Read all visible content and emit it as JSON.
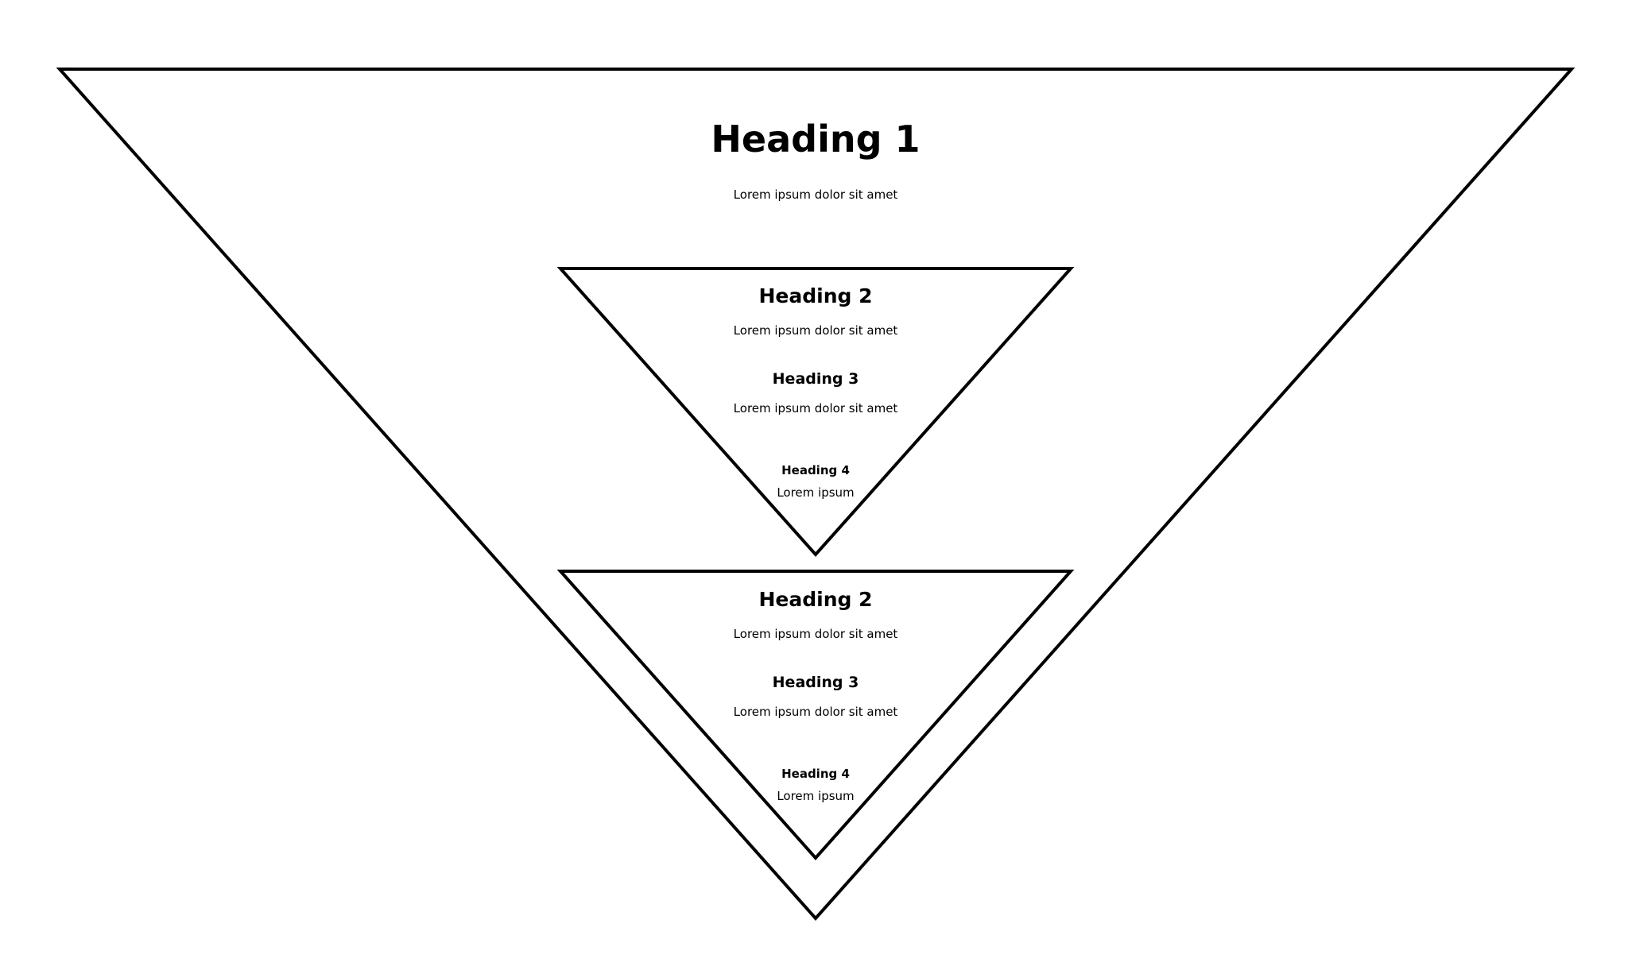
{
  "theme": {
    "background": "#ffffff",
    "stroke": "#000000",
    "text": "#000000"
  },
  "outer": {
    "heading": "Heading 1",
    "text": "Lorem ipsum dolor sit amet"
  },
  "upper": {
    "heading2": "Heading 2",
    "text2": "Lorem ipsum dolor sit amet",
    "heading3": "Heading 3",
    "text3": "Lorem ipsum dolor sit amet",
    "heading4": "Heading 4",
    "text4": "Lorem ipsum"
  },
  "lower": {
    "heading2": "Heading 2",
    "text2": "Lorem ipsum dolor sit amet",
    "heading3": "Heading 3",
    "text3": "Lorem ipsum dolor sit amet",
    "heading4": "Heading 4",
    "text4": "Lorem ipsum"
  }
}
